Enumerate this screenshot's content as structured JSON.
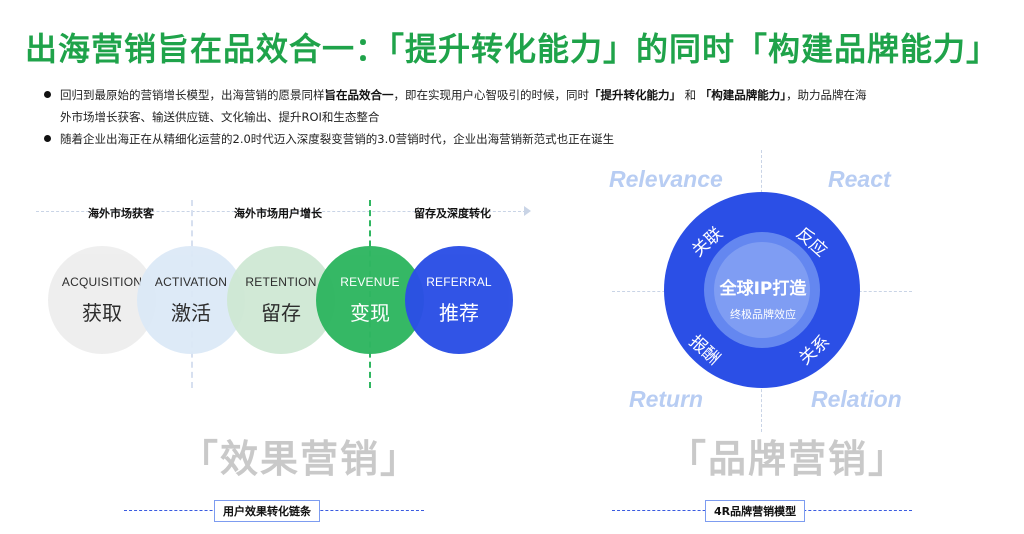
{
  "title": "出海营销旨在品效合一：「提升转化能力」的同时「构建品牌能力」",
  "bullets": [
    {
      "pre": "回归到最原始的营销增长模型，出海营销的愿景同样",
      "b1": "旨在品效合一",
      "mid": "，即在实现用户心智吸引的时候，同时",
      "b2": "「提升转化能力」",
      "and": " 和 ",
      "b3": "「构建品牌能力」",
      "post": "，助力品牌在海",
      "line2": "外市场增长获客、输送供应链、文化输出、提升ROI和生态整合"
    },
    {
      "text": "随着企业出海正在从精细化运营的2.0时代迈入深度裂变营销的3.0营销时代，企业出海营销新范式也正在诞生"
    }
  ],
  "funnel": {
    "stages": [
      "海外市场获客",
      "海外市场用户增长",
      "留存及深度转化"
    ],
    "circles": [
      {
        "en": "ACQUISITION",
        "cn": "获取"
      },
      {
        "en": "ACTIVATION",
        "cn": "激活"
      },
      {
        "en": "RETENTION",
        "cn": "留存"
      },
      {
        "en": "REVENUE",
        "cn": "变现"
      },
      {
        "en": "REFERRAL",
        "cn": "推荐"
      }
    ],
    "colors": [
      "#eeeeee",
      "#dce9f7",
      "#cfe8d4",
      "#2fb661",
      "#2b4fe6"
    ],
    "caption": "「效果营销」",
    "tag": "用户效果转化链条"
  },
  "model": {
    "corners": {
      "tl": "Relevance",
      "tr": "React",
      "bl": "Return",
      "br": "Relation"
    },
    "ring": {
      "tl": "关联",
      "tr": "反应",
      "bl": "报酬",
      "br": "关系"
    },
    "center_title": "全球IP打造",
    "center_sub": "终极品牌效应",
    "caption": "「品牌营销」",
    "tag": "4R品牌营销模型",
    "colors": {
      "outer": "#2b4fe6",
      "inner": "#6487f0",
      "core": "#7f9df3"
    }
  }
}
